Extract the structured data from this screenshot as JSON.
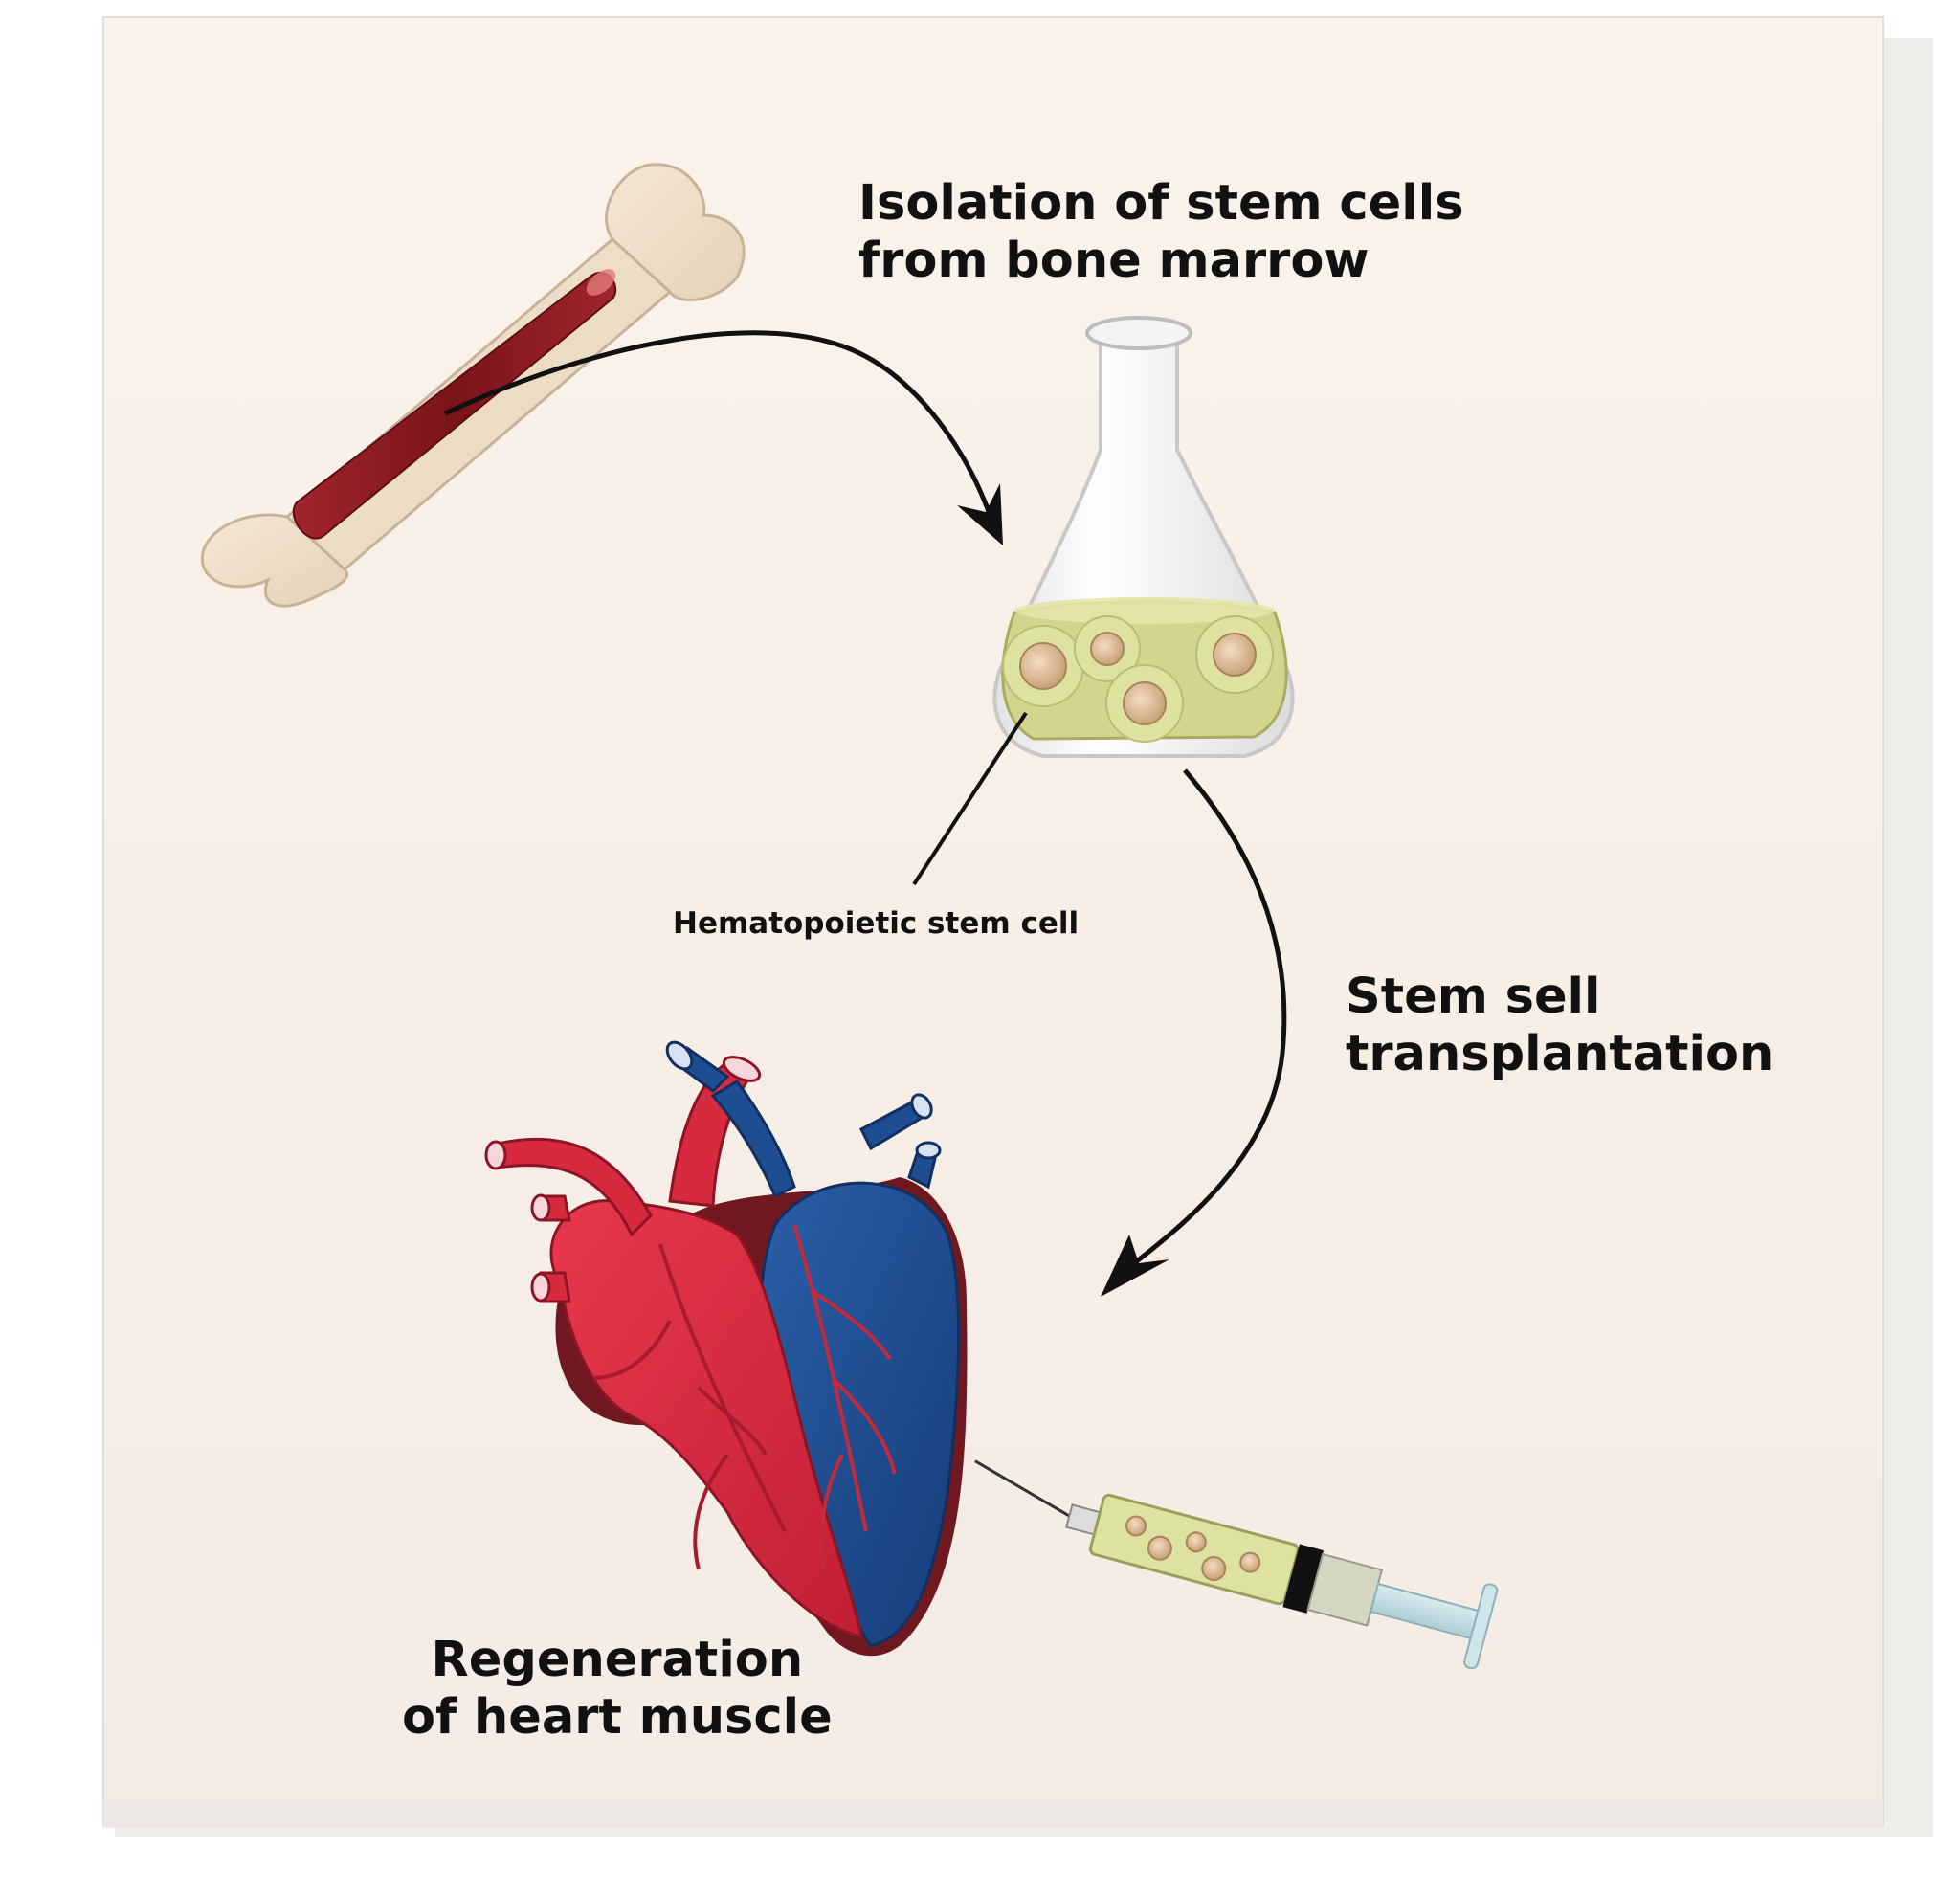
{
  "labels": {
    "isolation": [
      "Isolation  of stem cells",
      "from bone marrow"
    ],
    "hematopoietic": "Hematopoietic stem cell",
    "transplantation": [
      "Stem sell",
      "transplantation"
    ],
    "regeneration": [
      "Regeneration",
      "of heart muscle"
    ]
  },
  "illustrations": {
    "bone": "bone-with-marrow",
    "flask": "erlenmeyer-flask-with-stem-cells",
    "heart": "human-heart",
    "syringe": "syringe-with-stem-cells"
  },
  "colors": {
    "paper": "#f8f1ea",
    "bone": "#efe0cc",
    "marrow": "#8f1c22",
    "liquid": "#d3d58e",
    "cell": "#d7b88a",
    "heart_red": "#d72a3f",
    "heart_blue": "#1f4d92",
    "heart_dark": "#6f1820",
    "arrow": "#111111"
  }
}
